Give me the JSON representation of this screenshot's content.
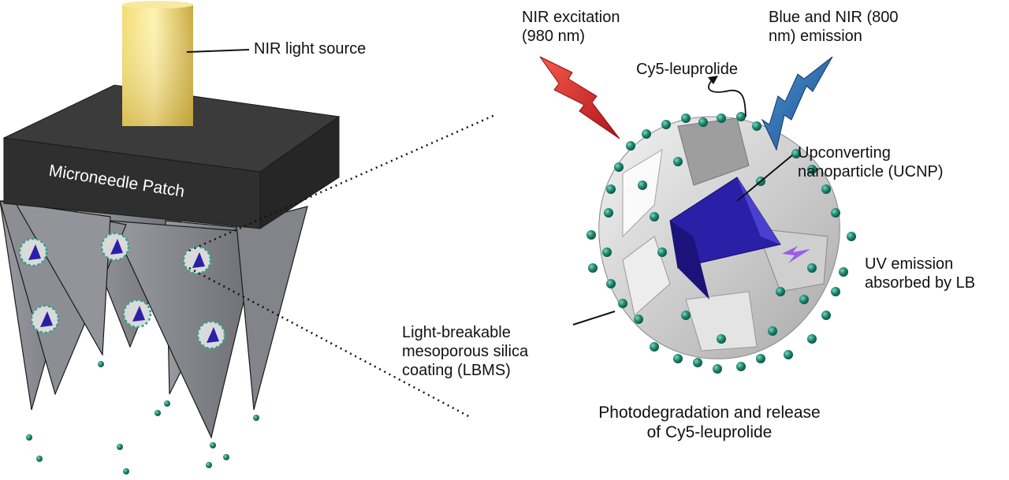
{
  "labels": {
    "light_source": "NIR light source",
    "patch": "Microneedle Patch",
    "nir_excitation": [
      "NIR excitation",
      "(980 nm)"
    ],
    "emission": [
      "Blue and NIR (800",
      "nm) emission"
    ],
    "cy5": "Cy5-leuprolide",
    "ucnp": [
      "Upconverting",
      "nanoparticle (UCNP)"
    ],
    "uv": [
      "UV emission",
      "absorbed by LB"
    ],
    "lbms": [
      "Light-breakable",
      "mesoporous silica",
      "coating (LBMS)"
    ],
    "caption": [
      "Photodegradation and release",
      "of Cy5-leuprolide"
    ]
  },
  "colors": {
    "patch_dark": "#2f2f2f",
    "needle_gray": "#7f8085",
    "light_yellow": "#e8cf62",
    "red_bolt": "#d9242a",
    "blue_bolt": "#2d6fb0",
    "ucnp_blue": "#2a20a8",
    "bead_teal": "#1f8a72",
    "shell_gray": "#d4d4d4",
    "uv_purple": "#9b5de5"
  },
  "icons": [
    "light-source-icon",
    "red-lightning-icon",
    "blue-lightning-icon",
    "purple-lightning-icon",
    "nanoparticle-icon"
  ]
}
